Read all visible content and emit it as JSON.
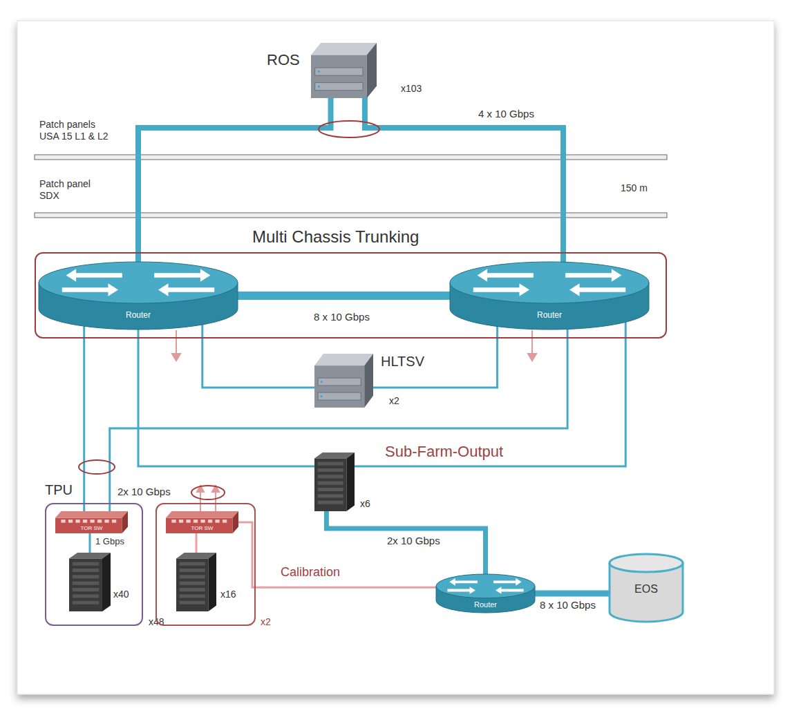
{
  "diagram": {
    "nodes": [
      {
        "text": [
          "ROS",
          "x103"
        ]
      },
      {
        "text": [
          "Multi Chassis Trunking"
        ]
      },
      {
        "text": [
          "Router"
        ],
        "in": 1
      },
      {
        "text": [
          "Router"
        ],
        "in": 1
      },
      {
        "text": [
          "HLTSV",
          "x2"
        ]
      },
      {
        "text": [
          "Sub-Farm-Output",
          "x6"
        ]
      },
      {
        "text": [
          "TPU",
          "x48"
        ]
      },
      {
        "text": [
          "TOR SW"
        ],
        "in": 6
      },
      {
        "text": [
          "x40"
        ],
        "in": 6
      },
      {
        "text": [
          "x2"
        ]
      },
      {
        "text": [
          "TOR SW"
        ],
        "in": 9
      },
      {
        "text": [
          "x16"
        ],
        "in": 9
      },
      {
        "text": [
          "Router"
        ]
      },
      {
        "text": [
          "EOS"
        ]
      }
    ],
    "edges": [
      {
        "from": 0,
        "to": 2,
        "arrow": "none"
      },
      {
        "from": 0,
        "to": 3,
        "arrow": "none",
        "label": "4 x 10 Gbps"
      },
      {
        "from": 2,
        "to": 3,
        "arrow": "none",
        "label": "8 x 10 Gbps"
      },
      {
        "from": 2,
        "to": 4,
        "arrow": "none"
      },
      {
        "from": 3,
        "to": 4,
        "arrow": "none"
      },
      {
        "from": 2,
        "to": 5,
        "arrow": "none"
      },
      {
        "from": 3,
        "to": 5,
        "arrow": "none"
      },
      {
        "from": 2,
        "to": 7,
        "arrow": "none"
      },
      {
        "from": 3,
        "to": 7,
        "arrow": "none",
        "label": "2x 10 Gbps"
      },
      {
        "from": 7,
        "to": 8,
        "arrow": "none",
        "label": "1 Gbps"
      },
      {
        "from": 10,
        "to": 11,
        "arrow": "none"
      },
      {
        "from": 10,
        "to": 12,
        "arrow": "none",
        "label": "Calibration"
      },
      {
        "from": 5,
        "to": 12,
        "arrow": "none",
        "label": "2x 10 Gbps"
      },
      {
        "from": 12,
        "to": 13,
        "arrow": "none",
        "label": "8 x 10 Gbps"
      }
    ],
    "labels": [
      "Patch panels USA 15 L1 & L2",
      "Patch panel SDX",
      "150 m"
    ]
  }
}
